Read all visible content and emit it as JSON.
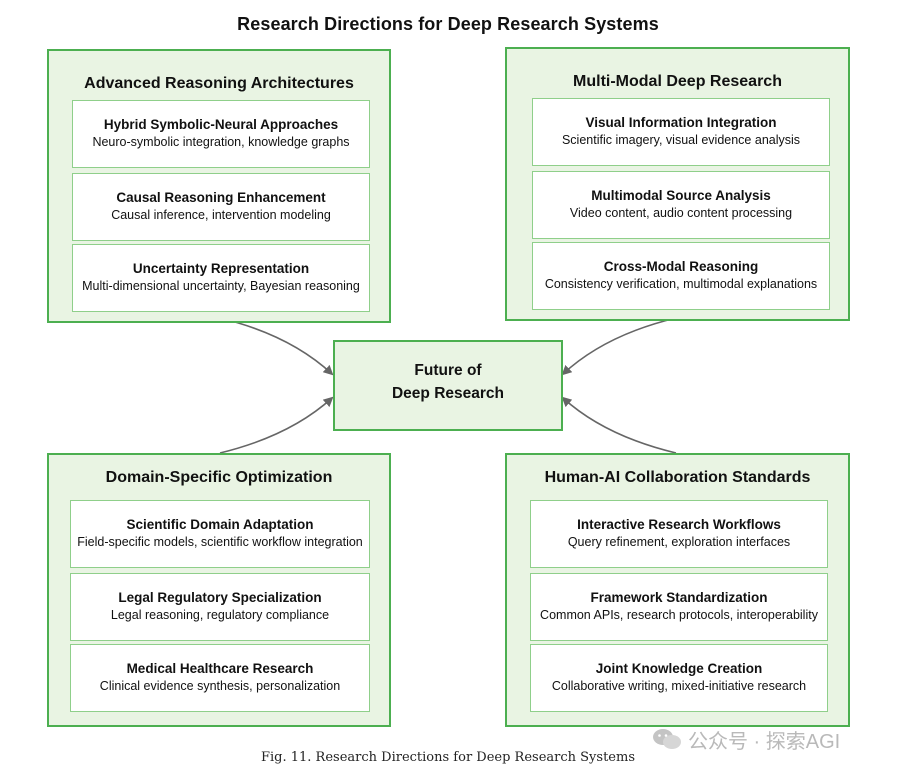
{
  "title": "Research Directions for Deep Research Systems",
  "center": {
    "line1": "Future of",
    "line2": "Deep Research"
  },
  "groups": [
    {
      "title": "Advanced Reasoning Architectures",
      "items": [
        {
          "title": "Hybrid Symbolic-Neural Approaches",
          "sub": "Neuro-symbolic integration, knowledge graphs"
        },
        {
          "title": "Causal Reasoning Enhancement",
          "sub": "Causal inference, intervention modeling"
        },
        {
          "title": "Uncertainty Representation",
          "sub": "Multi-dimensional uncertainty, Bayesian reasoning"
        }
      ]
    },
    {
      "title": "Multi-Modal Deep Research",
      "items": [
        {
          "title": "Visual Information Integration",
          "sub": "Scientific imagery, visual evidence analysis"
        },
        {
          "title": "Multimodal Source Analysis",
          "sub": "Video content, audio content processing"
        },
        {
          "title": "Cross-Modal Reasoning",
          "sub": "Consistency verification, multimodal explanations"
        }
      ]
    },
    {
      "title": "Domain-Specific Optimization",
      "items": [
        {
          "title": "Scientific Domain Adaptation",
          "sub": "Field-specific models, scientific workflow integration"
        },
        {
          "title": "Legal Regulatory Specialization",
          "sub": "Legal reasoning, regulatory compliance"
        },
        {
          "title": "Medical Healthcare Research",
          "sub": "Clinical evidence synthesis, personalization"
        }
      ]
    },
    {
      "title": "Human-AI Collaboration Standards",
      "items": [
        {
          "title": "Interactive Research Workflows",
          "sub": "Query refinement, exploration interfaces"
        },
        {
          "title": "Framework Standardization",
          "sub": "Common APIs, research protocols, interoperability"
        },
        {
          "title": "Joint Knowledge Creation",
          "sub": "Collaborative writing, mixed-initiative research"
        }
      ]
    }
  ],
  "caption": "Fig. 11. Research Directions for Deep Research Systems",
  "watermark": "公众号 · 探索AGI",
  "colors": {
    "panel_fill": "#e9f4e3",
    "panel_border": "#4caf50",
    "card_border": "#8fcf8a",
    "arrow": "#666666"
  }
}
